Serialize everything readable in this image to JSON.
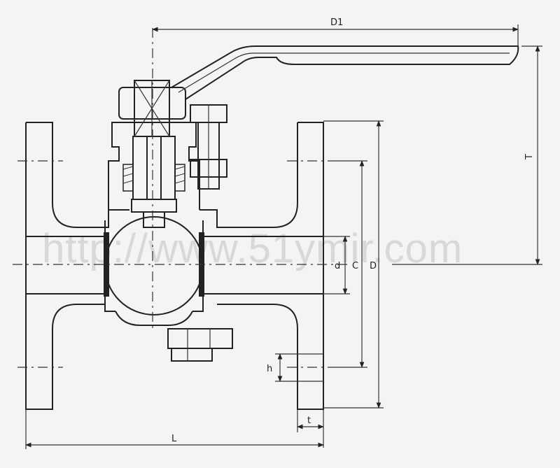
{
  "labels": {
    "d1": "D1",
    "t_top": "T",
    "d": "d",
    "c": "C",
    "d_outer": "D",
    "h": "h",
    "t": "t",
    "l": "L"
  },
  "watermark": "http://www.51ymir.com",
  "colors": {
    "line": "#222222",
    "background": "#f4f4f2",
    "watermark": "#d8d8d8"
  }
}
